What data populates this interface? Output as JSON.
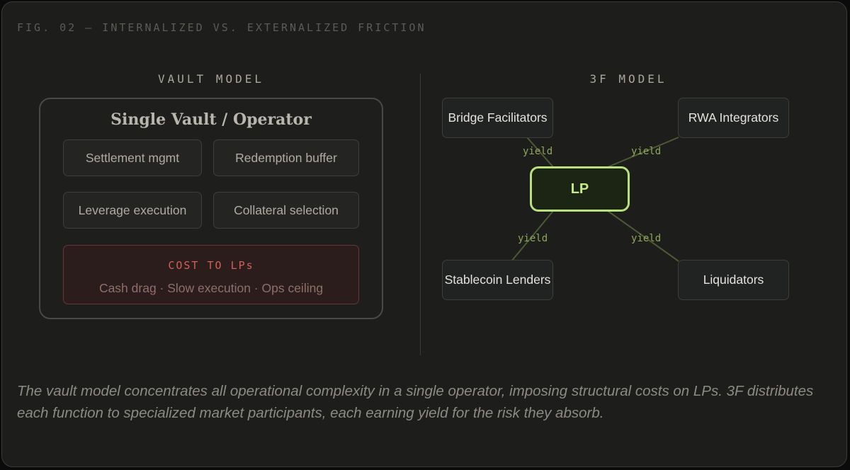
{
  "figure_label": "FIG. 02 — INTERNALIZED VS. EXTERNALIZED FRICTION",
  "vault_model": {
    "heading": "VAULT MODEL",
    "box_title": "Single Vault / Operator",
    "functions": [
      "Settlement mgmt",
      "Redemption buffer",
      "Leverage execution",
      "Collateral selection"
    ],
    "cost": {
      "title": "COST TO LPs",
      "detail": "Cash drag · Slow execution · Ops ceiling"
    }
  },
  "three_f_model": {
    "heading": "3F MODEL",
    "center": "LP",
    "participants": [
      "Bridge Facilitators",
      "RWA Integrators",
      "Stablecoin Lenders",
      "Liquidators"
    ],
    "edge_label": "yield"
  },
  "caption": "The vault model concentrates all operational complexity in a single operator, imposing structural costs on LPs. 3F distributes each function to specialized market participants, each earning yield for the risk they absorb.",
  "colors": {
    "accent_green": "#b8e07f",
    "cost_red": "#d45f57",
    "edge_green": "#4a5a33"
  }
}
